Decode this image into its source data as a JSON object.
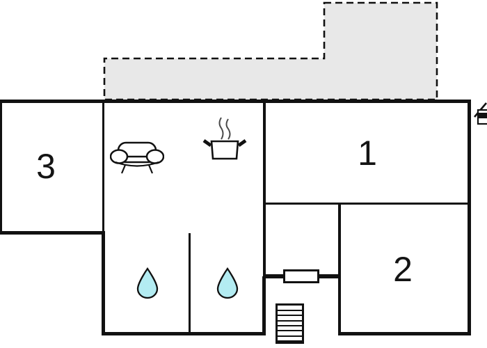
{
  "plan": {
    "kind": "apartment-floor-plan",
    "rooms": {
      "r1": {
        "label": "1"
      },
      "r2": {
        "label": "2"
      },
      "r3": {
        "label": "3"
      }
    },
    "icons": [
      "sofa-icon",
      "cooking-pot-icon",
      "steam-icon",
      "water-drop-icon-left",
      "water-drop-icon-right",
      "stairs-icon",
      "house-entrance-icon"
    ],
    "terrace": {
      "style": "dashed-outline",
      "shape": "L-shaped"
    },
    "stairs": {
      "treads": 7
    },
    "colors": {
      "wall": "#111111",
      "terrace_fill": "#e8e8e8",
      "terrace_stroke": "#111111",
      "drop_fill": "#b3ecf2",
      "steam_stroke": "#4a4a4a",
      "background": "#ffffff"
    }
  }
}
